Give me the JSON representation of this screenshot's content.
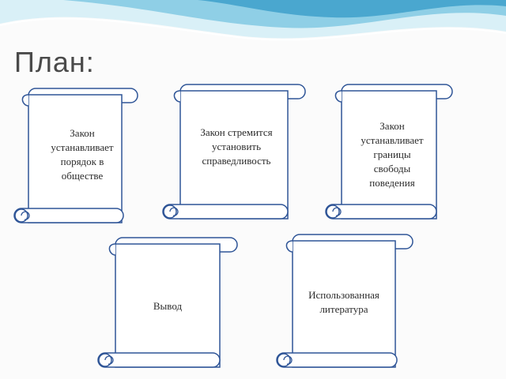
{
  "slide": {
    "title": "План:",
    "colors": {
      "scroll_stroke": "#2f5597",
      "wave_light": "#bfe3f0",
      "wave_dark": "#4aa7cf"
    }
  },
  "scrolls": [
    {
      "label": "Закон устанавливает порядок в обществе"
    },
    {
      "label": "Закон стремится установить справедливость"
    },
    {
      "label": "Закон устанавливает границы свободы поведения"
    },
    {
      "label": "Вывод"
    },
    {
      "label": "Использованная литература"
    }
  ]
}
